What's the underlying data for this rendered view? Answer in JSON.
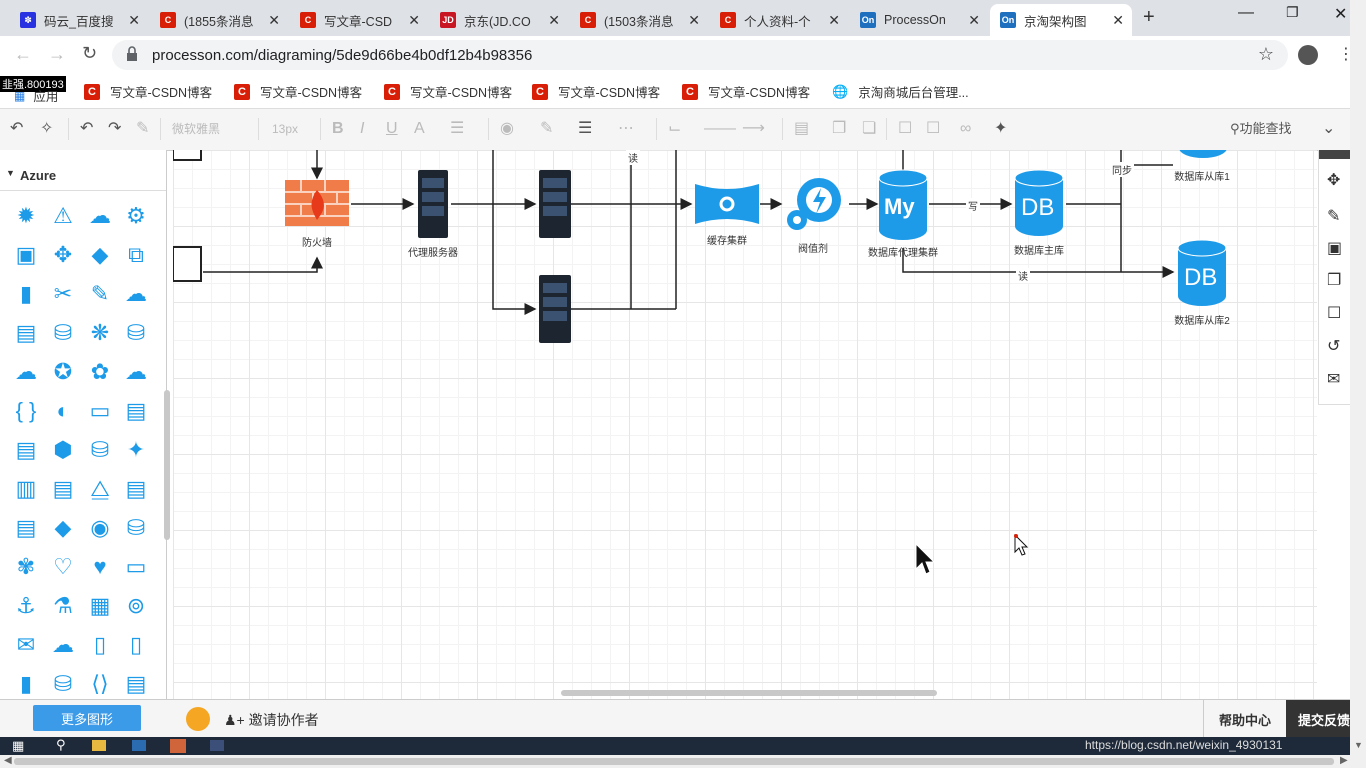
{
  "browser": {
    "tabs": [
      {
        "title": "码云_百度搜",
        "favicon": "paw-icon",
        "color": "#2932e1"
      },
      {
        "title": "(1855条消息",
        "favicon": "csdn-icon",
        "color": "#d81e06"
      },
      {
        "title": "写文章-CSD",
        "favicon": "csdn-icon",
        "color": "#d81e06"
      },
      {
        "title": "京东(JD.CO",
        "favicon": "jd-icon",
        "color": "#c91623"
      },
      {
        "title": "(1503条消息",
        "favicon": "csdn-icon",
        "color": "#d81e06"
      },
      {
        "title": "个人资料-个",
        "favicon": "csdn-icon",
        "color": "#d81e06"
      },
      {
        "title": "ProcessOn",
        "favicon": "processon-icon",
        "color": "#1f6fbf"
      },
      {
        "title": "京淘架构图",
        "favicon": "processon-icon",
        "color": "#1f6fbf",
        "active": true
      }
    ],
    "url": "processon.com/diagraming/5de9d66be4b0df12b4b98356",
    "bookmarks": {
      "apps_label": "应用",
      "overlay_text": "韭强.800193",
      "items": [
        {
          "label": "写文章-CSDN博客",
          "icon": "csdn-icon"
        },
        {
          "label": "写文章-CSDN博客",
          "icon": "csdn-icon"
        },
        {
          "label": "写文章-CSDN博客",
          "icon": "csdn-icon"
        },
        {
          "label": "写文章-CSDN博客",
          "icon": "csdn-icon"
        },
        {
          "label": "写文章-CSDN博客",
          "icon": "csdn-icon"
        },
        {
          "label": "京淘商城后台管理...",
          "icon": "globe-icon"
        }
      ]
    }
  },
  "toolbar": {
    "font_family": "微软雅黑",
    "font_size": "13px",
    "search_label": "功能查找"
  },
  "sidebar": {
    "category": "Azure",
    "more_shapes": "更多图形"
  },
  "diagram": {
    "labels": {
      "firewall": "防火墙",
      "proxy": "代理服务器",
      "cache": "缓存集群",
      "throttle": "阀值剂",
      "db_proxy": "数据库代理集群",
      "db_master": "数据库主库",
      "db_slave1": "数据库从库1",
      "db_slave2": "数据库从库2",
      "mysql_text": "My",
      "db_text": "DB"
    },
    "edge_labels": {
      "read_top": "读",
      "write": "写",
      "read": "读",
      "sync": "同步"
    }
  },
  "bottombar": {
    "invite": "邀请协作者",
    "help": "帮助中心",
    "feedback": "提交反馈"
  },
  "taskbar": {
    "watermark": "https://blog.csdn.net/weixin_4930131"
  },
  "colors": {
    "accent": "#1e9be8",
    "csdn": "#d81e06",
    "toolbar_bg": "#f5f5f5",
    "tab_bar_bg": "#dee1e6"
  }
}
